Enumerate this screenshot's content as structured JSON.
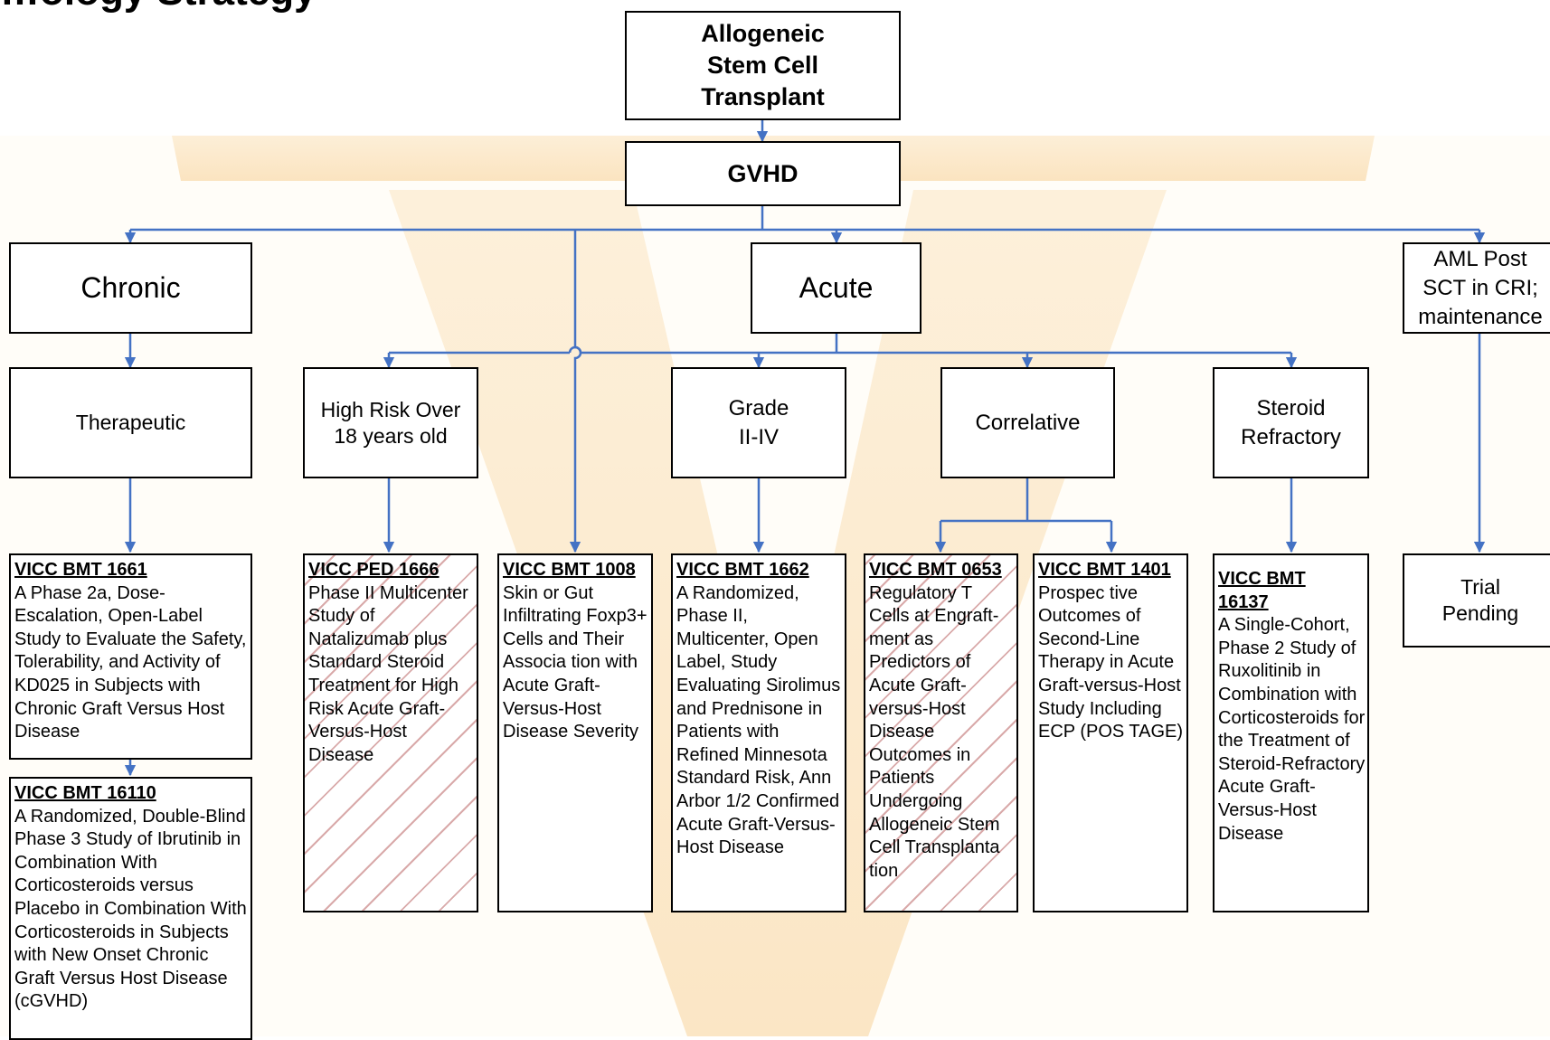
{
  "page": {
    "heading_partial": "…ology Strategy"
  },
  "root": {
    "title": "Allogeneic Stem Cell Transplant"
  },
  "gvhd": {
    "title": "GVHD"
  },
  "branches": {
    "chronic": "Chronic",
    "acute": "Acute",
    "aml": "AML Post SCT in CRI; maintenance"
  },
  "categories": {
    "therapeutic": "Therapeutic",
    "high_risk": "High Risk Over 18 years old",
    "grade": "Grade II-IV",
    "correlative": "Correlative",
    "steroid": "Steroid Refractory"
  },
  "studies": {
    "bmt1661": {
      "id": "VICC BMT 1661",
      "text": "A Phase 2a, Dose-Escalation, Open-Label Study to Evaluate the Safety, Tolerability, and Activity of KD025 in Subjects with Chronic Graft Versus Host Disease"
    },
    "bmt16110": {
      "id": "VICC BMT 16110",
      "text": "A Randomized, Double-Blind Phase 3 Study of Ibrutinib in Combination With Corticosteroids versus Placebo in Combination With Corticosteroids in Subjects with New Onset Chronic Graft Versus Host Disease (cGVHD)"
    },
    "ped1666": {
      "id": "VICC PED 1666",
      "text": "Phase II Multicenter Study of Natalizumab plus Standard Steroid Treatment for High Risk Acute Graft-Versus-Host Disease"
    },
    "bmt1008": {
      "id": "VICC BMT 1008",
      "text": "Skin or Gut Infiltrating Foxp3+ Cells and Their Associa tion with Acute Graft-Versus-Host Disease Severity"
    },
    "bmt1662": {
      "id": "VICC BMT 1662",
      "text": "A Randomized, Phase II, Multicenter, Open Label, Study Evaluating Sirolimus and Prednisone in Patients with Refined Minnesota Standard Risk, Ann Arbor 1/2 Confirmed Acute Graft-Versus-Host Disease"
    },
    "bmt0653": {
      "id": "VICC BMT 0653",
      "text": "Regulatory T Cells at Engraft-ment as Predictors of Acute Graft-versus-Host Disease Outcomes in Patients Undergoing Allogeneic Stem Cell Transplanta tion"
    },
    "bmt1401": {
      "id": "VICC BMT 1401",
      "text": "Prospec tive Outcomes of Second-Line Therapy in Acute Graft-versus-Host Study Including ECP (POS TAGE)"
    },
    "bmt16137": {
      "id": "VICC BMT 16137",
      "text": "A Single-Cohort, Phase 2 Study of Ruxolitinib in Combination with Corticosteroids for the Treatment of Steroid-Refractory Acute Graft-Versus-Host Disease"
    }
  },
  "trial_pending": "Trial Pending",
  "colors": {
    "connector": "#4472c4",
    "watermark": "#f5c27a",
    "hatch": "#d9aaaa",
    "border": "#000000"
  }
}
